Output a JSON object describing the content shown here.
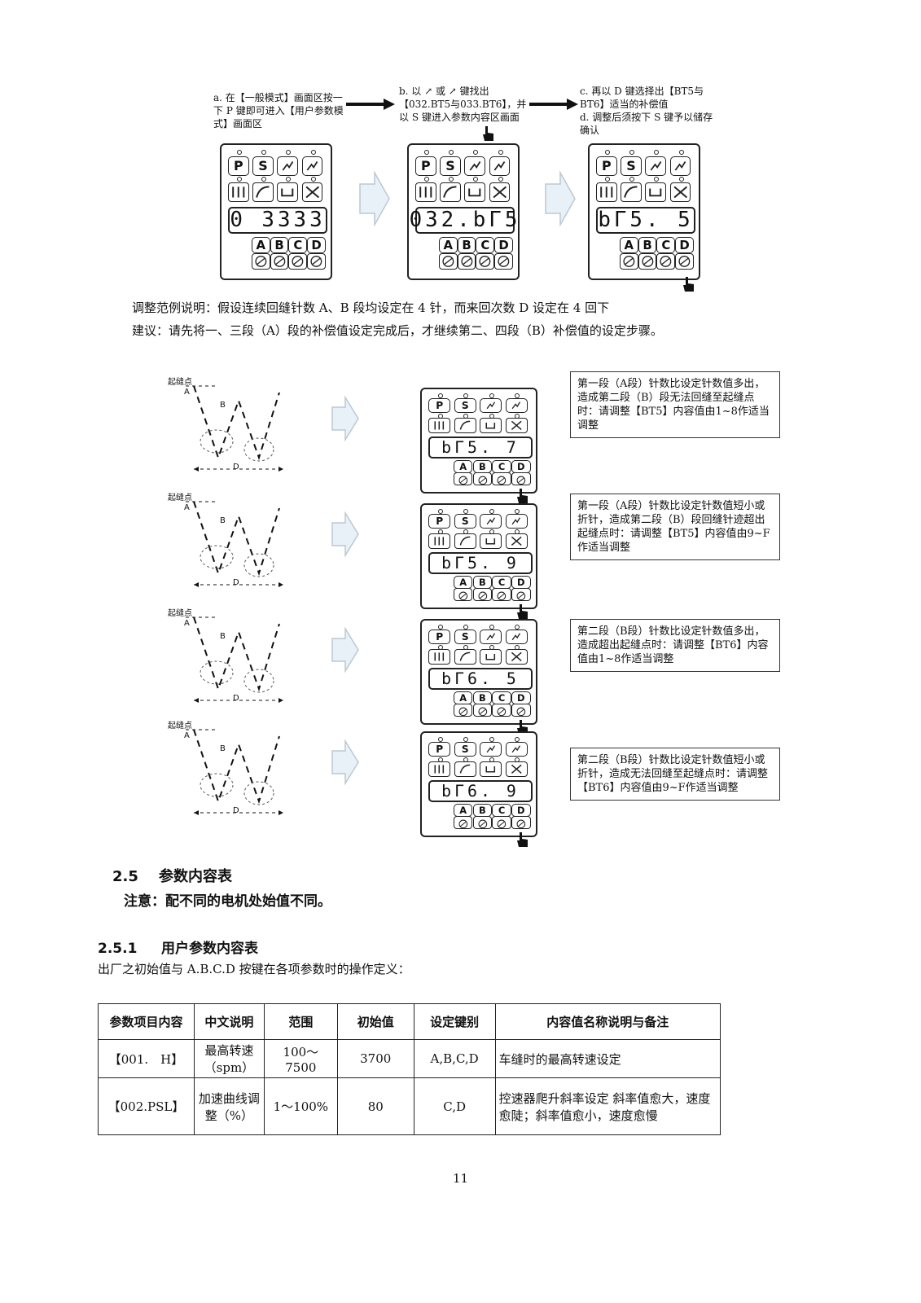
{
  "top_steps": {
    "a": "a. 在【一般模式】画面区按一下 P 键即可进入【用户参数模式】画面区",
    "b": "b. 以 ↗ 或 ↗ 键找出【032.BT5与033.BT6】，并以 S 键进入参数内容区画面",
    "c": "c. 再以 D 键选择出【BT5与BT6】适当的补偿值",
    "d": "d. 调整后须按下 S 键予以储存确认"
  },
  "top_displays": [
    "0 3333",
    "032.bГ5",
    "bГ5.  5"
  ],
  "keys": {
    "p": "P",
    "s": "S",
    "a": "A",
    "b": "B",
    "c": "C",
    "d": "D"
  },
  "example_text": "调整范例说明：假设连续回缝针数 A、B 段均设定在 4 针，而来回次数 D 设定在 4 回下",
  "advice_text": "建议：请先将一、三段（A）段的补偿值设定完成后，才继续第二、四段（B）补偿值的设定步骤。",
  "diagrams": [
    {
      "start_label": "起缝点",
      "a": "A",
      "b": "B",
      "d": "D",
      "display": "bГ5.   7",
      "note": "第一段（A段）针数比设定针数值多出，造成第二段（B）段无法回缝至起缝点时：请调整【BT5】内容值由1~8作适当调整"
    },
    {
      "start_label": "起缝点",
      "a": "A",
      "b": "B",
      "d": "D",
      "display": "bГ5.   9",
      "note": "第一段（A段）针数比设定针数值短小或折针，造成第二段（B）段回缝针迹超出起缝点时：请调整【BT5】内容值由9~F作适当调整"
    },
    {
      "start_label": "起缝点",
      "a": "A",
      "b": "B",
      "d": "D",
      "display": "bГ6.   5",
      "note": "第二段（B段）针数比设定针数值多出，造成超出起缝点时：请调整【BT6】内容值由1~8作适当调整"
    },
    {
      "start_label": "起缝点",
      "a": "A",
      "b": "B",
      "d": "D",
      "display": "bГ6.   9",
      "note": "第二段（B段）针数比设定针数值短小或折针，造成无法回缝至起缝点时：请调整【BT6】内容值由9~F作适当调整"
    }
  ],
  "section": {
    "num": "2.5",
    "title": "参数内容表",
    "notice": "注意：配不同的电机处始值不同。"
  },
  "subsection": {
    "num": "2.5.1",
    "title": "用户参数内容表",
    "desc": "出厂之初始值与 A.B.C.D 按键在各项参数时的操作定义："
  },
  "table": {
    "headers": [
      "参数项目内容",
      "中文说明",
      "范围",
      "初始值",
      "设定键别",
      "内容值名称说明与备注"
    ],
    "rows": [
      [
        "【001.　H】",
        "最高转速（spm）",
        "100～7500",
        "3700",
        "A,B,C,D",
        "车缝时的最高转速设定"
      ],
      [
        "【002.PSL】",
        "加速曲线调整（%）",
        "1～100%",
        "80",
        "C,D",
        "控速器爬升斜率设定 斜率值愈大，速度愈陡；斜率值愈小，速度愈慢"
      ]
    ]
  },
  "page_number": "11"
}
